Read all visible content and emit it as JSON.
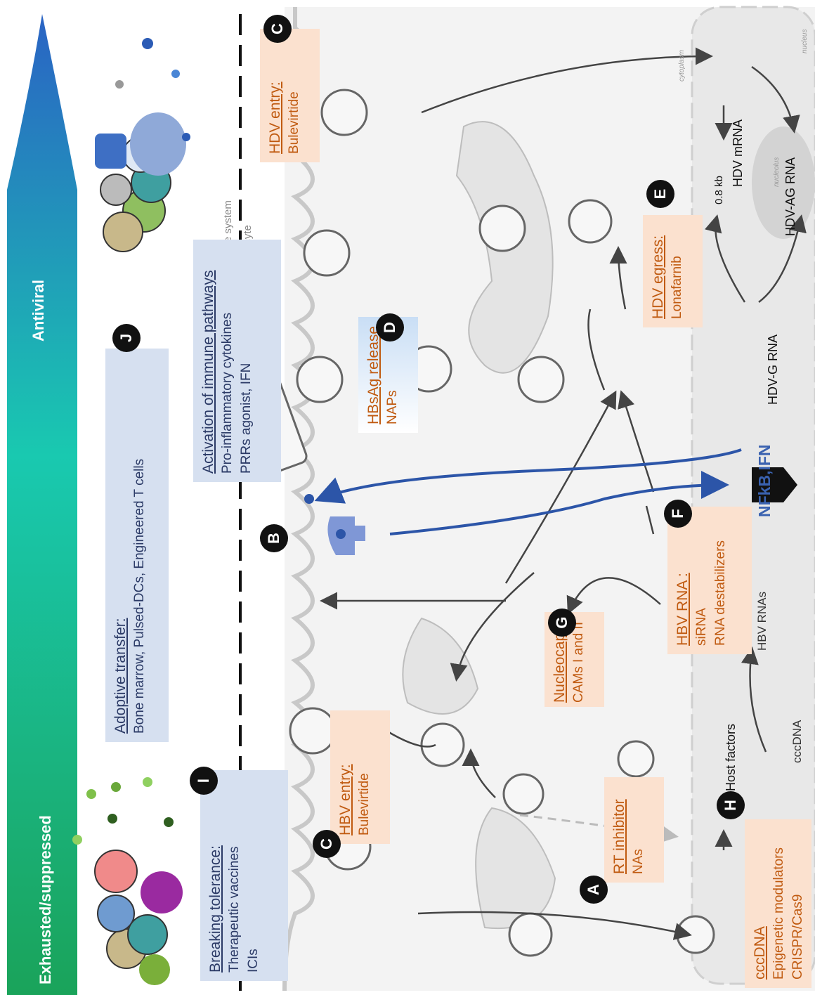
{
  "gradient_bar": {
    "left": "Exhausted/suppressed",
    "right": "Antiviral"
  },
  "boundary": {
    "immune": "Immune system",
    "hepatocyte": "Hepatocyte"
  },
  "compartments": {
    "cytoplasm": "cytoplasm",
    "nucleus": "nucleus",
    "nucleolus": "nucleolus"
  },
  "boxes": {
    "I": {
      "badge": "I",
      "title": "Breaking tolerance:",
      "lines": [
        "Therapeutic vaccines",
        "ICIs"
      ]
    },
    "B": {
      "badge": "B",
      "title": "Activation of immune pathways",
      "lines": [
        "Pro-inflammatory cytokines",
        "PRRs agonist, IFN"
      ]
    },
    "J": {
      "badge": "J",
      "title": "Adoptive transfer:",
      "lines": [
        "Bone marrow, Pulsed-DCs, Engineered T cells"
      ]
    },
    "C1": {
      "badge": "C",
      "title": "HBV entry:",
      "lines": [
        "Bulevirtide"
      ]
    },
    "C2": {
      "badge": "C",
      "title": "HDV entry:",
      "lines": [
        "Bulevirtide"
      ]
    },
    "A": {
      "badge": "A",
      "title": "RT inhibitor",
      "lines": [
        "NAs"
      ]
    },
    "G": {
      "badge": "G",
      "title": "Nucleocapsid",
      "lines": [
        "CAMs I and II"
      ]
    },
    "F": {
      "badge": "F",
      "title": "HBV RNA :",
      "lines": [
        "siRNA",
        "RNA destabilizers"
      ]
    },
    "D": {
      "badge": "D",
      "title": "HBsAg release",
      "lines": [
        "NAPs"
      ]
    },
    "E": {
      "badge": "E",
      "title": "HDV egress:",
      "lines": [
        "Lonafarnib"
      ]
    },
    "H": {
      "badge": "H",
      "title": "cccDNA",
      "lines": [
        "Epigenetic modulators",
        "CRISPR/Cas9"
      ]
    }
  },
  "labels": {
    "host_factors": "Host factors",
    "cccdna": "cccDNA",
    "hbv_rnas": "HBV RNAs",
    "nfkb": "NFkB,IFN",
    "hdv_g": "HDV-G RNA",
    "hdv_ag": "HDV-AG RNA",
    "hdv_mrna": "HDV mRNA",
    "kb": "0.8 kb"
  },
  "colors": {
    "box_blue": "#d6e0f0",
    "box_orange": "#fbe1cf",
    "arrow_blue": "#2c55a8",
    "gradient_start": "#1aa35a",
    "gradient_end": "#2a63c4"
  }
}
